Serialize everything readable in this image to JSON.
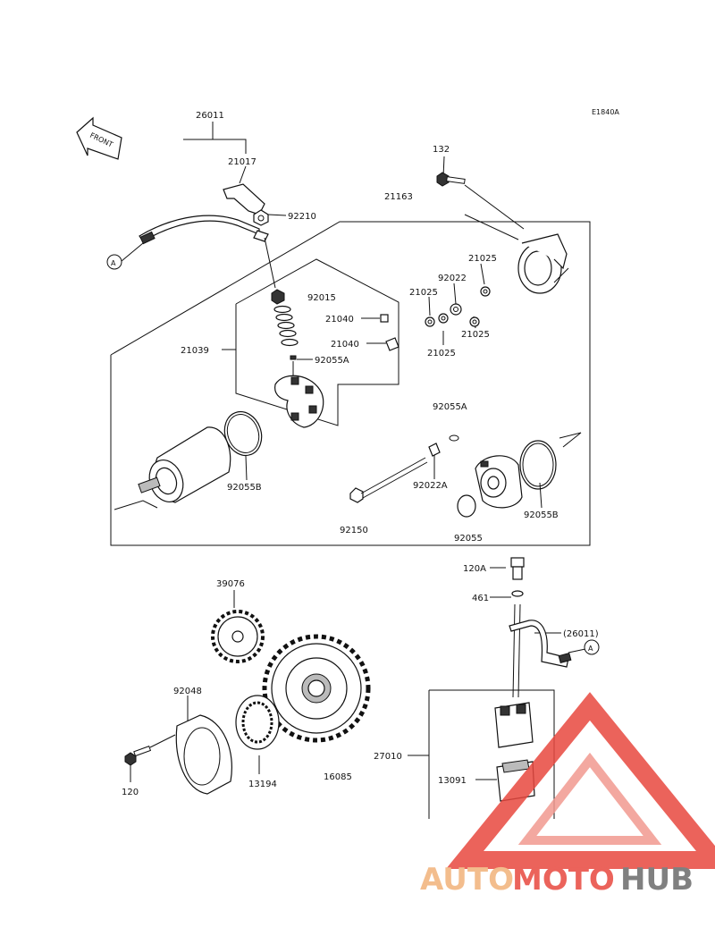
{
  "figure_code": "E1840A",
  "front_label": "FRONT",
  "callout_letter": "A",
  "part_numbers": {
    "p26011": "26011",
    "p21017": "21017",
    "p92210": "92210",
    "p132": "132",
    "p21163": "21163",
    "p21025a": "21025",
    "p92022": "92022",
    "p21025b": "21025",
    "p21025c": "21025",
    "p21025d": "21025",
    "p92015": "92015",
    "p21040a": "21040",
    "p21040b": "21040",
    "p21039": "21039",
    "p92055A_a": "92055A",
    "p92055A_b": "92055A",
    "p92055B_a": "92055B",
    "p92022A": "92022A",
    "p92055B_b": "92055B",
    "p92150": "92150",
    "p92055": "92055",
    "p120A": "120A",
    "p461": "461",
    "p26011b": "(26011)",
    "p39076": "39076",
    "p92048": "92048",
    "p27010": "27010",
    "p13091": "13091",
    "p120": "120",
    "p13194": "13194",
    "p16085": "16085"
  },
  "watermark": {
    "part1": "AUTO",
    "part2": "MOTO",
    "part3": "HUB",
    "color1": "#f2b27a",
    "color2": "#e8483f",
    "color3": "#6b6b6b"
  }
}
